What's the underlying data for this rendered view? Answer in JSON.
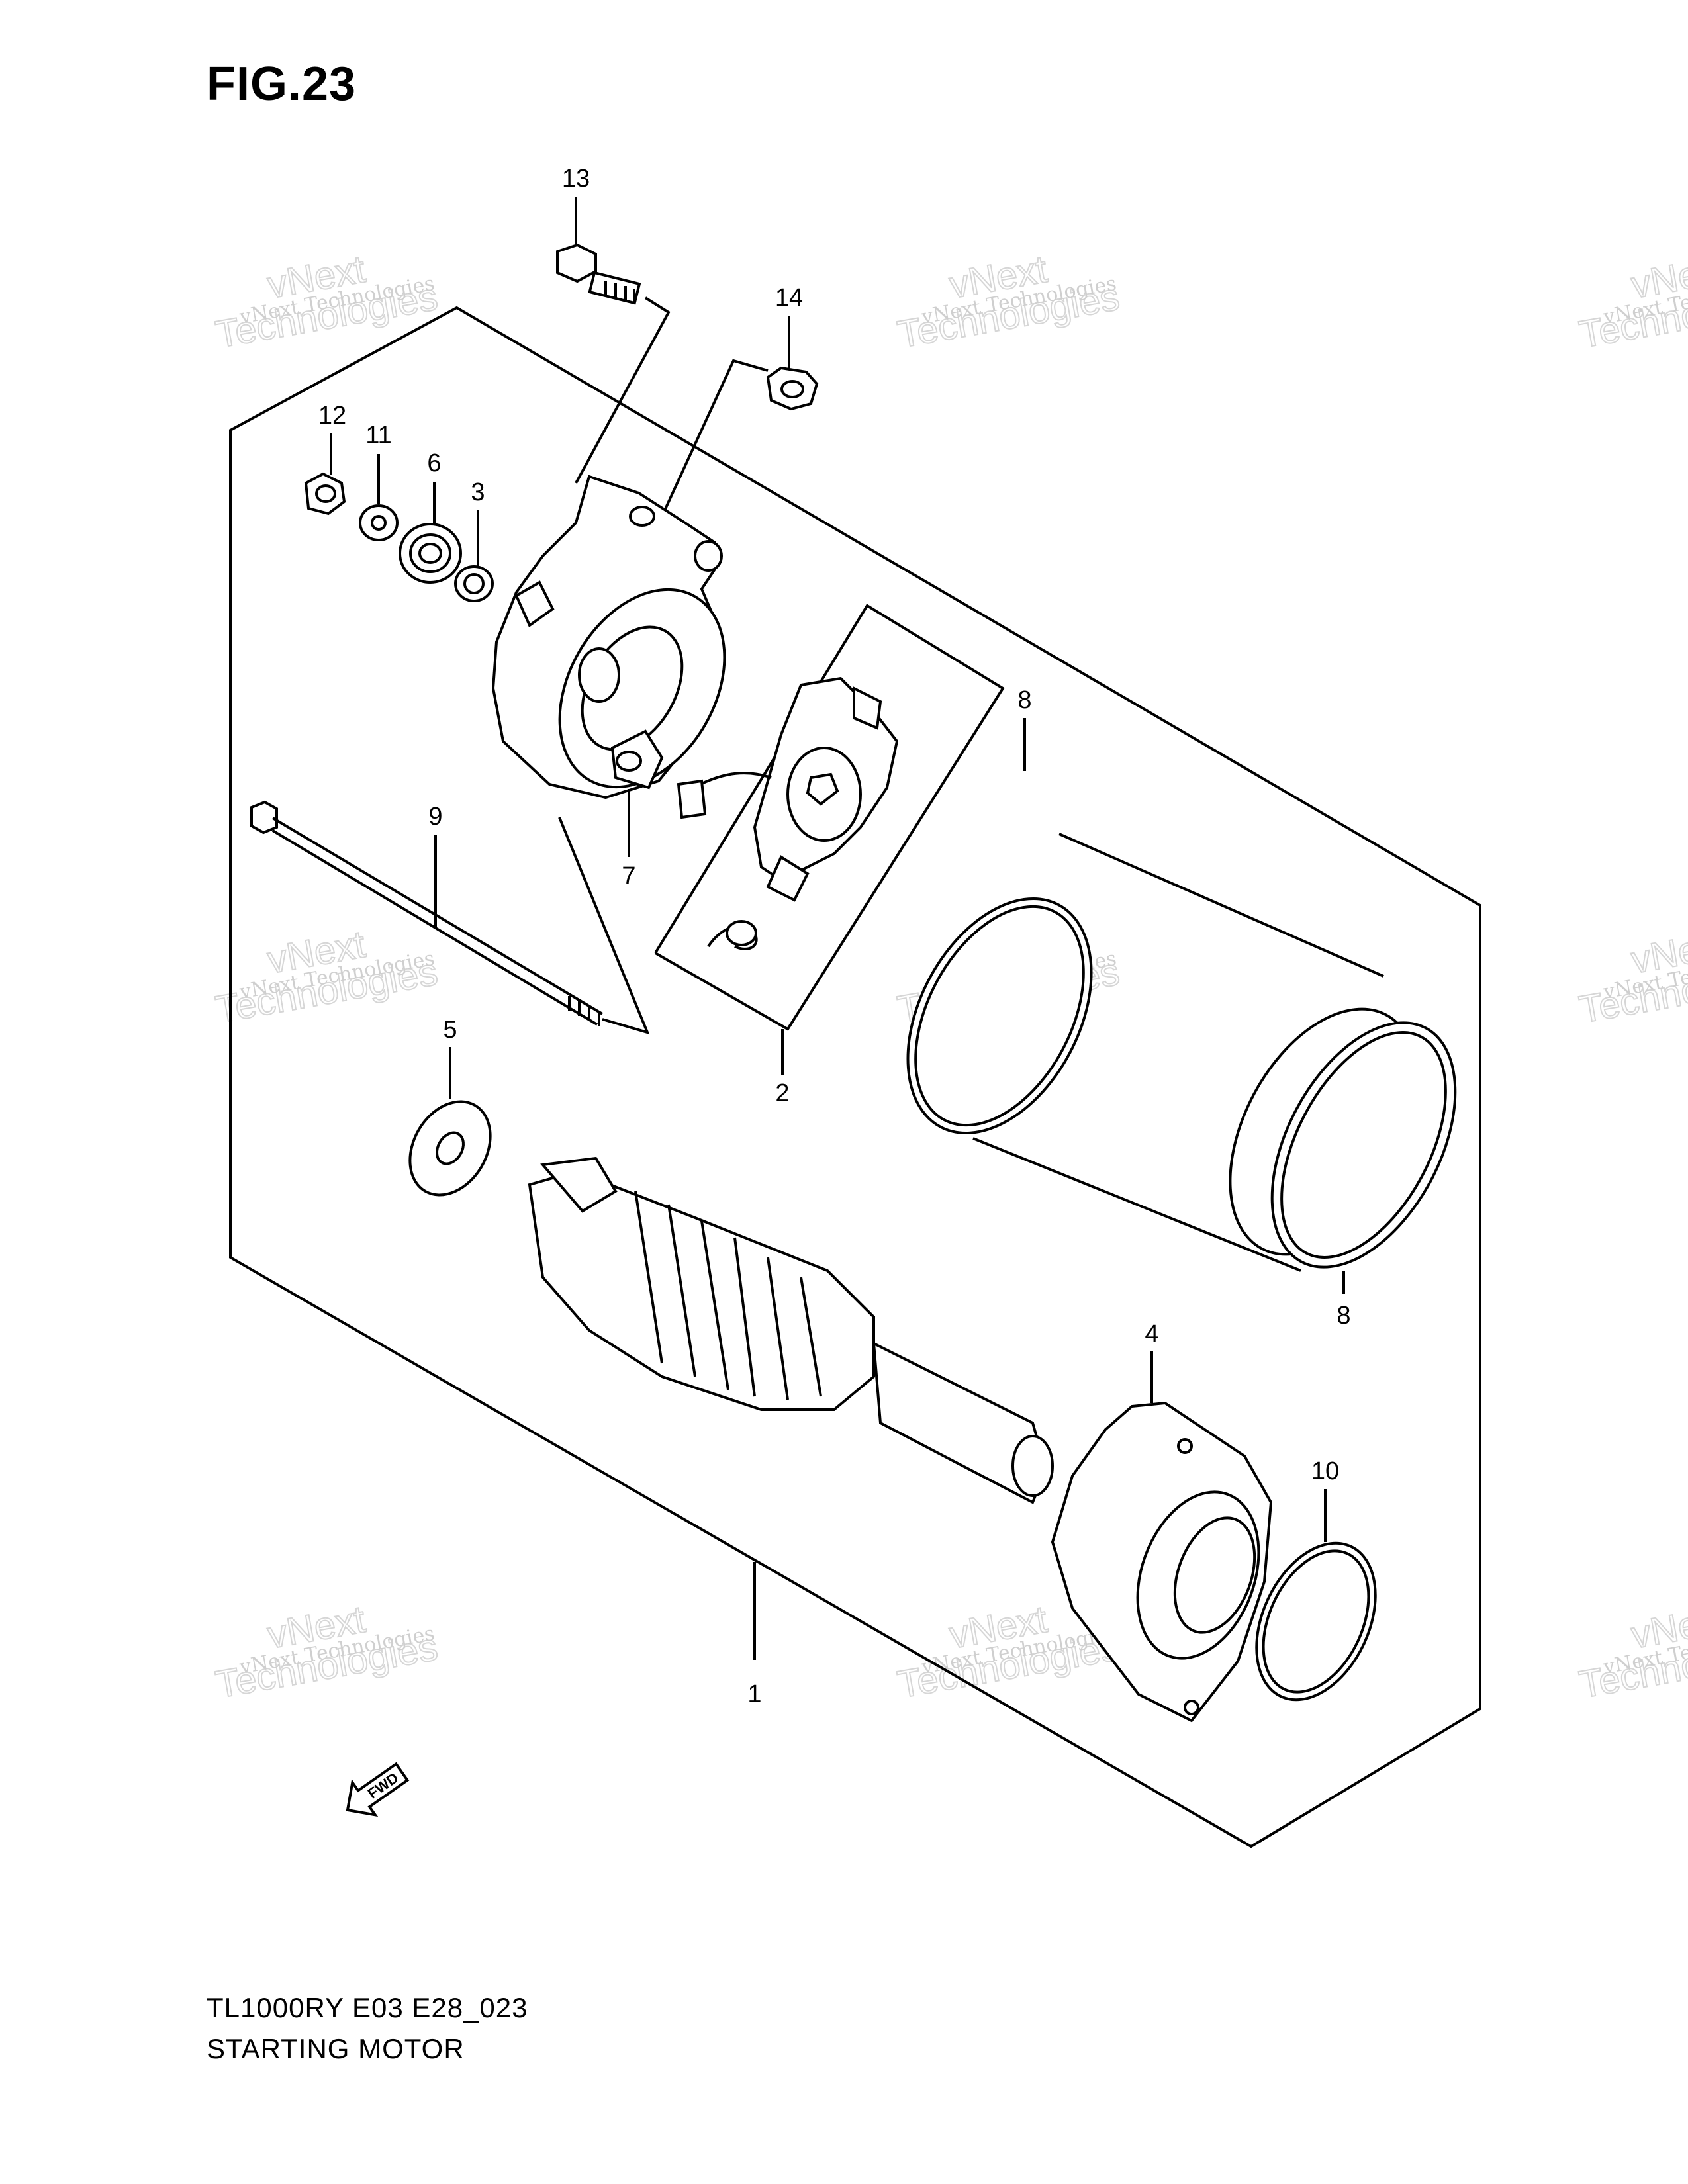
{
  "figure": {
    "title": "FIG.23"
  },
  "callouts": [
    {
      "id": "13",
      "label": "13"
    },
    {
      "id": "14",
      "label": "14"
    },
    {
      "id": "12",
      "label": "12"
    },
    {
      "id": "11",
      "label": "11"
    },
    {
      "id": "6",
      "label": "6"
    },
    {
      "id": "3",
      "label": "3"
    },
    {
      "id": "8a",
      "label": "8"
    },
    {
      "id": "9",
      "label": "9"
    },
    {
      "id": "7",
      "label": "7"
    },
    {
      "id": "5",
      "label": "5"
    },
    {
      "id": "2",
      "label": "2"
    },
    {
      "id": "8b",
      "label": "8"
    },
    {
      "id": "4",
      "label": "4"
    },
    {
      "id": "10",
      "label": "10"
    },
    {
      "id": "1",
      "label": "1"
    }
  ],
  "watermark": {
    "line1": "vNext Technologies",
    "line2": "Technologies",
    "line3": "vNext"
  },
  "fwd_label": "FWD",
  "footer": {
    "model_code": "TL1000RY E03 E28_023",
    "caption": "STARTING MOTOR"
  }
}
